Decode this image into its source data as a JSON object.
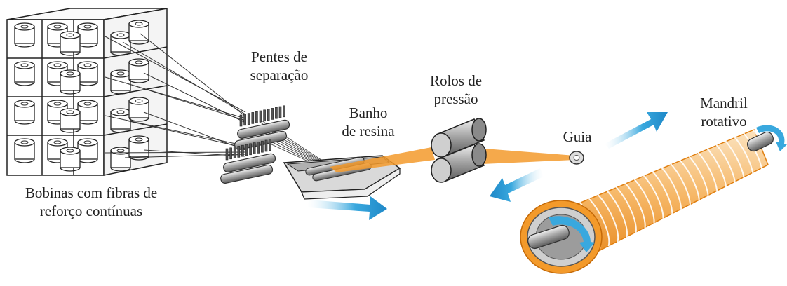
{
  "labels": {
    "spools_line1": "Bobinas com fibras de",
    "spools_line2": "reforço contínuas",
    "combs_line1": "Pentes de",
    "combs_line2": "separação",
    "bath_line1": "Banho",
    "bath_line2": "de resina",
    "rollers_line1": "Rolos de",
    "rollers_line2": "pressão",
    "guide": "Guia",
    "mandrel_line1": "Mandril",
    "mandrel_line2": "rotativo"
  },
  "colors": {
    "fiber": "#f39a2b",
    "arrow": "#39a8de",
    "metal": "#9a9a9a",
    "outline": "#222222"
  },
  "icons": {
    "flow": "arrow-right-icon",
    "rotation": "curved-arrow-icon"
  }
}
